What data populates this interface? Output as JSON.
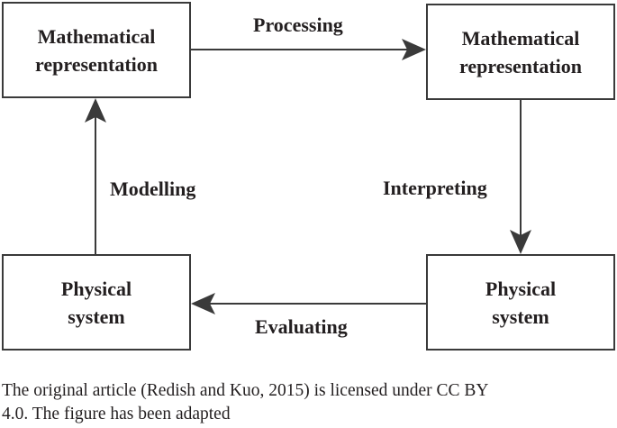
{
  "boxes": {
    "top_left": {
      "line1": "Mathematical",
      "line2": "representation"
    },
    "top_right": {
      "line1": "Mathematical",
      "line2": "representation"
    },
    "bottom_left": {
      "line1": "Physical",
      "line2": "system"
    },
    "bottom_right": {
      "line1": "Physical",
      "line2": "system"
    }
  },
  "labels": {
    "processing": "Processing",
    "modelling": "Modelling",
    "interpreting": "Interpreting",
    "evaluating": "Evaluating"
  },
  "caption": {
    "line1": "The original article (Redish and Kuo, 2015) is licensed under CC BY",
    "line2": "4.0. The figure has been adapted"
  },
  "colors": {
    "stroke": "#3a3a3a",
    "text": "#231f20"
  }
}
